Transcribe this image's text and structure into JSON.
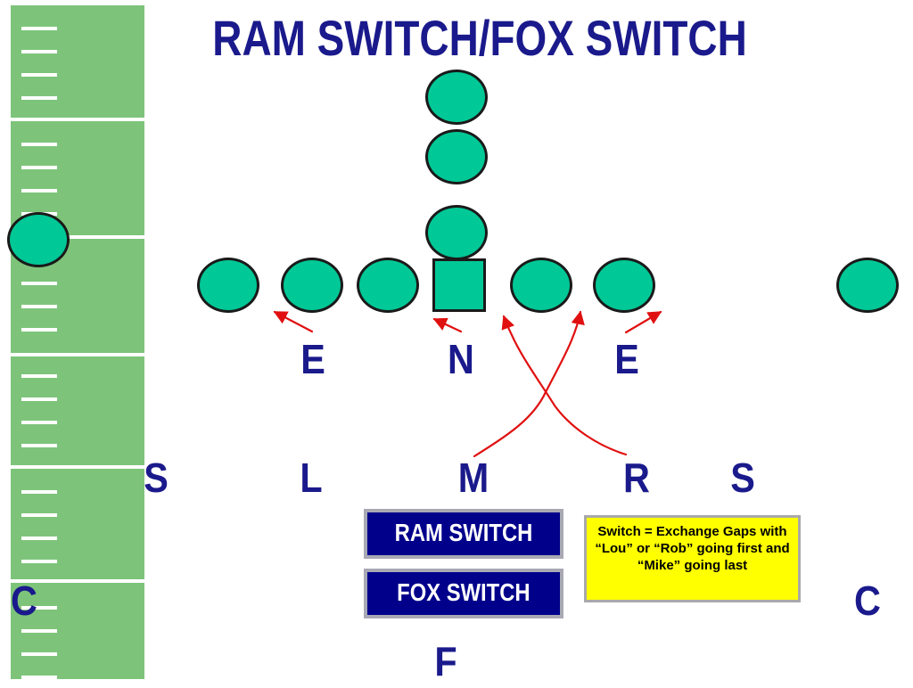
{
  "title": "RAM SWITCH/FOX SWITCH",
  "colors": {
    "title": "#1a1a8c",
    "player_fill": "#00c896",
    "field_green": "#7dc47a",
    "arrow": "#e01010",
    "button_bg": "#00008b",
    "note_bg": "#ffff00"
  },
  "defenders": {
    "end_left": "E",
    "nose": "N",
    "end_right": "E",
    "strong_safety_left": "S",
    "lou": "L",
    "mike": "M",
    "rob": "R",
    "strong_safety_right": "S",
    "corner_left": "C",
    "corner_right": "C",
    "free_safety": "F"
  },
  "buttons": {
    "ram_switch": "RAM SWITCH",
    "fox_switch": "FOX SWITCH"
  },
  "note": {
    "text": "Switch = Exchange Gaps with “Lou” or “Rob” going first and “Mike” going last"
  },
  "icons": {
    "offense_player": "circle-player-icon",
    "center": "square-center-icon",
    "route": "red-arrow-icon"
  }
}
